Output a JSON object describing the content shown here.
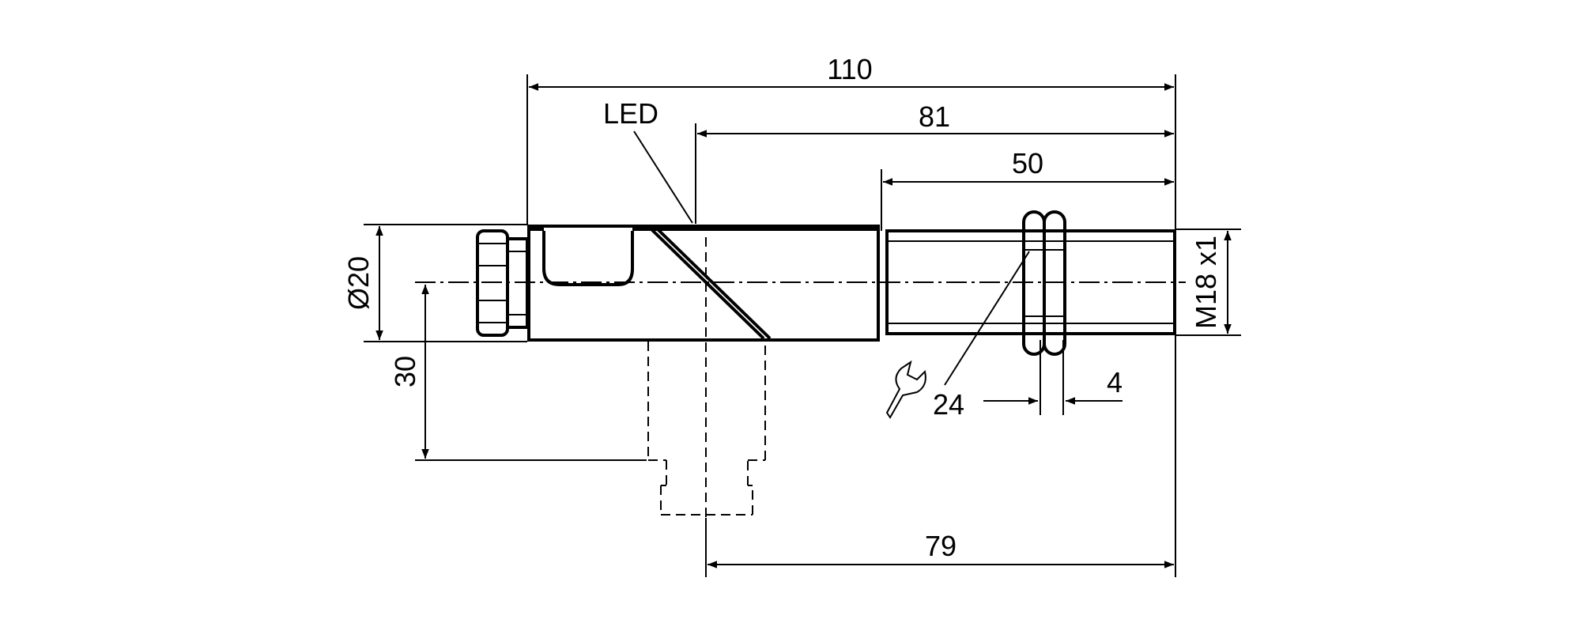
{
  "diagram": {
    "labels": {
      "led": "LED",
      "length_total": "110",
      "length_81": "81",
      "length_50": "50",
      "length_79": "79",
      "diameter": "Ø20",
      "height_30": "30",
      "wrench_size": "24",
      "nut_width": "4",
      "thread": "M18 x1"
    },
    "icons": {
      "wrench": "wrench-icon"
    },
    "colors": {
      "line": "#000000",
      "background": "#ffffff"
    }
  }
}
